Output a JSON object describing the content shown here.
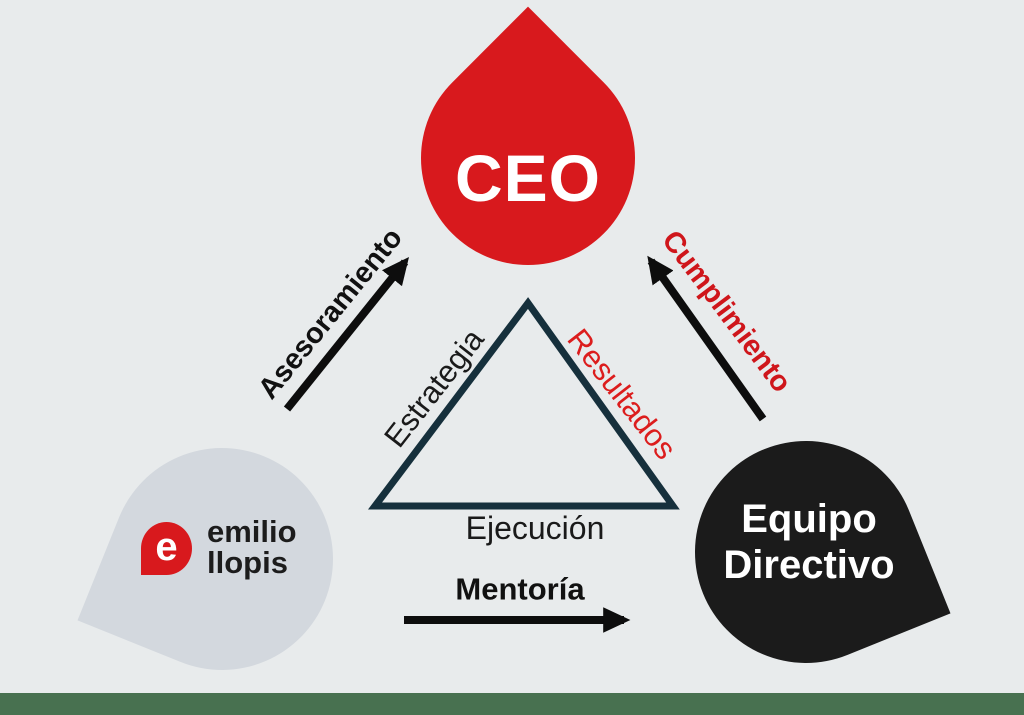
{
  "canvas": {
    "background_color": "#e8ebec",
    "footer_bar_color": "#487150"
  },
  "nodes": {
    "ceo": {
      "label": "CEO",
      "shape": "teardrop-point-up",
      "fill_color": "#d8191d",
      "text_color": "#ffffff"
    },
    "advisor": {
      "brand_initial": "e",
      "brand_line1": "emilio",
      "brand_line2": "llopis",
      "shape": "teardrop-point-bottom-left",
      "fill_color": "#d3d8de",
      "logo_color": "#d8191d",
      "text_color": "#1c1c1c"
    },
    "team": {
      "line1": "Equipo",
      "line2": "Directivo",
      "shape": "teardrop-point-bottom-right",
      "fill_color": "#1b1b1b",
      "text_color": "#ffffff"
    }
  },
  "triangle": {
    "stroke_color": "#16303c",
    "left_label": "Estrategia",
    "left_label_color": "#1a1a1a",
    "right_label": "Resultados",
    "right_label_color": "#dc1d1d",
    "bottom_label": "Ejecución",
    "bottom_label_color": "#1a1a1a"
  },
  "arrows": {
    "advice": {
      "label": "Asesoramiento",
      "label_color": "#111111",
      "direction": "advisor-to-ceo",
      "color": "#0d0d0d"
    },
    "compliance": {
      "label": "Cumplimiento",
      "label_color": "#cf161b",
      "direction": "team-to-ceo",
      "color": "#0d0d0d"
    },
    "mentoring": {
      "label": "Mentoría",
      "label_color": "#111111",
      "direction": "advisor-to-team",
      "color": "#0d0d0d"
    }
  }
}
